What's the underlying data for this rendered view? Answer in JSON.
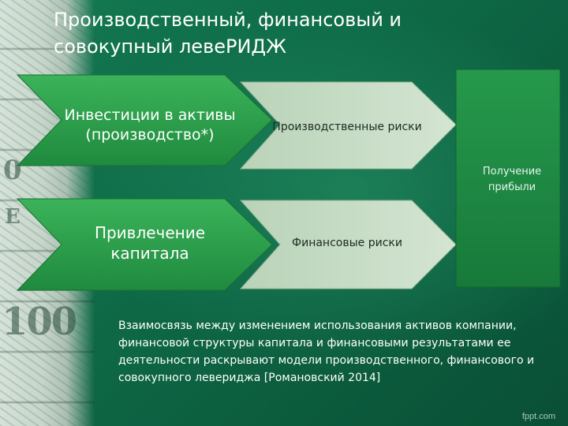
{
  "slide": {
    "title": "Производственный, финансовый и совокупный левеРИДЖ",
    "nodes": {
      "investment": "Инвестиции в активы (производство*)",
      "capital": "Привлечение капитала",
      "production_risks": "Производственные риски",
      "financial_risks": "Финансовые риски",
      "profit": "Получение прибыли"
    },
    "description": "Взаимосвязь между изменением использования активов компании, финансовой структуры капитала и финансовыми результатами ее деятельности раскрывают модели производственного, финансового и совокупного левериджа [Романовский 2014]",
    "watermark": "fppt.com"
  },
  "colors": {
    "background": "#0e6a47",
    "green_chevron": "#2a9b47",
    "light_chevron": "#c9dcc6",
    "profit_box": "#1f8a43",
    "text_light": "#ffffff",
    "text_dark": "#1d2a22"
  }
}
